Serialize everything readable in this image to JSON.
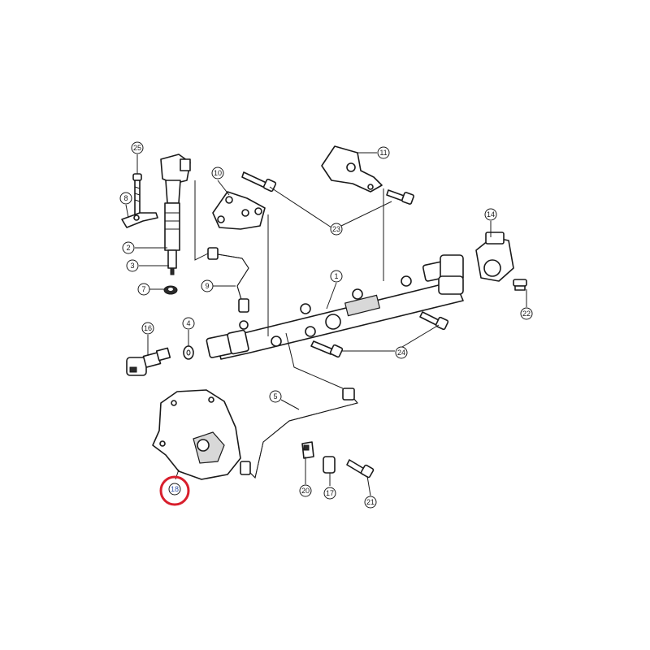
{
  "callouts": [
    {
      "id": "c1",
      "label": "1"
    },
    {
      "id": "c2",
      "label": "2"
    },
    {
      "id": "c3",
      "label": "3"
    },
    {
      "id": "c4",
      "label": "4"
    },
    {
      "id": "c5",
      "label": "5"
    },
    {
      "id": "c7",
      "label": "7"
    },
    {
      "id": "c8",
      "label": "8"
    },
    {
      "id": "c9",
      "label": "9"
    },
    {
      "id": "c10",
      "label": "10"
    },
    {
      "id": "c11",
      "label": "11"
    },
    {
      "id": "c14",
      "label": "14"
    },
    {
      "id": "c16",
      "label": "16"
    },
    {
      "id": "c17",
      "label": "17"
    },
    {
      "id": "c18",
      "label": "18",
      "highlighted": true
    },
    {
      "id": "c20",
      "label": "20"
    },
    {
      "id": "c21",
      "label": "21"
    },
    {
      "id": "c22",
      "label": "22"
    },
    {
      "id": "c23",
      "label": "23"
    },
    {
      "id": "c24",
      "label": "24"
    },
    {
      "id": "c25",
      "label": "25"
    }
  ],
  "colors": {
    "line": "#1a1a1a",
    "highlight_ring": "#d81e2c",
    "highlight_text": "#3355aa"
  }
}
